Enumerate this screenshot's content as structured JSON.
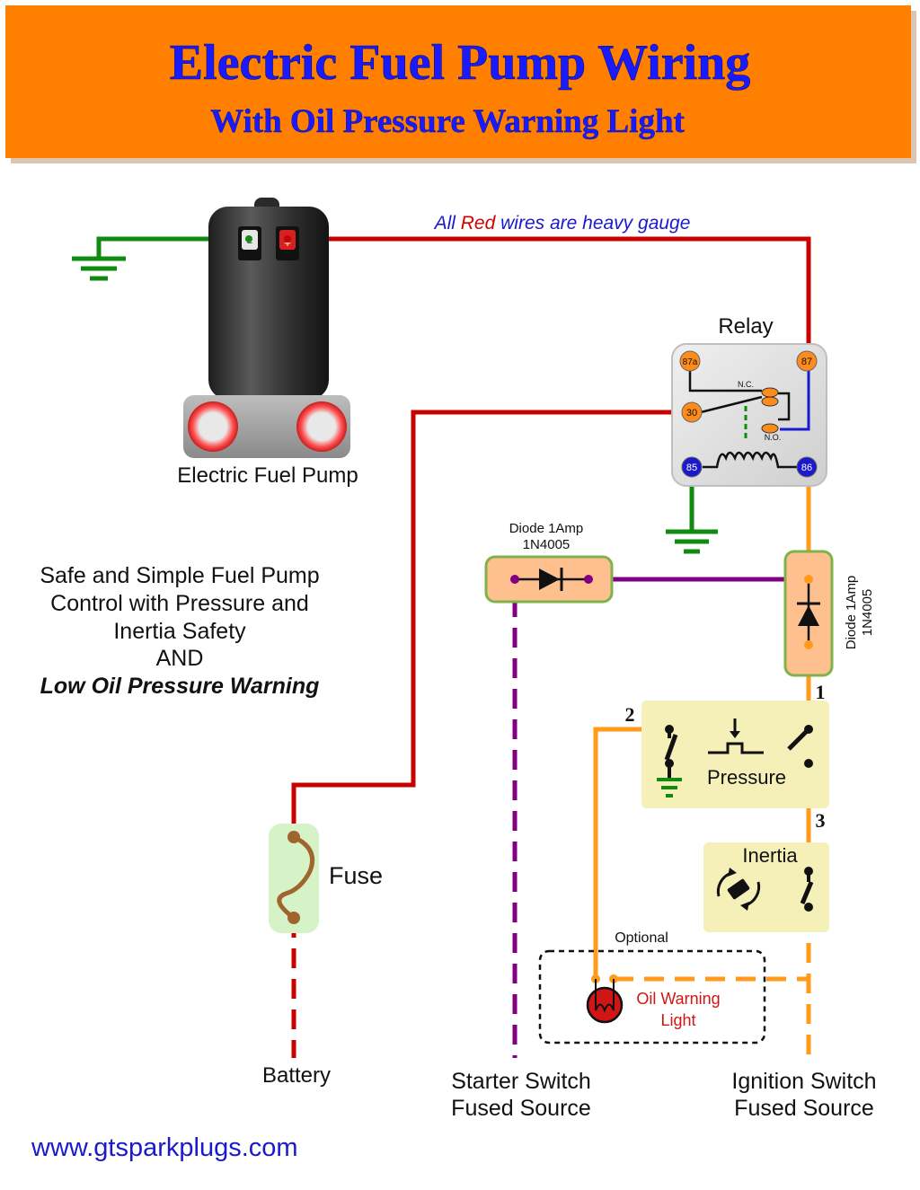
{
  "header": {
    "title": "Electric Fuel Pump Wiring",
    "subtitle": "With Oil Pressure Warning Light"
  },
  "note": {
    "prefix": "All ",
    "highlight": "Red",
    "suffix": " wires are heavy gauge"
  },
  "pump": {
    "label": "Electric Fuel Pump",
    "terminal_neg": "−",
    "terminal_pos": "+"
  },
  "relay": {
    "title": "Relay",
    "pins": {
      "p87a": "87a",
      "p87": "87",
      "p30": "30",
      "p85": "85",
      "p86": "86"
    },
    "nc": "N.C.",
    "no": "N.O."
  },
  "diode_left": {
    "line1": "Diode 1Amp",
    "line2": "1N4005"
  },
  "diode_right": {
    "line1": "Diode 1Amp",
    "line2": "1N4005"
  },
  "description": {
    "line1": "Safe and Simple Fuel Pump",
    "line2": "Control with Pressure and",
    "line3": "Inertia Safety",
    "line4": "AND",
    "line5": "Low Oil Pressure Warning"
  },
  "pressure_switch": {
    "label": "Pressure",
    "terminal1": "1",
    "terminal2": "2",
    "terminal3": "3"
  },
  "inertia_switch": {
    "label": "Inertia"
  },
  "fuse": {
    "label": "Fuse"
  },
  "warning_light": {
    "optional": "Optional",
    "line1": "Oil Warning",
    "line2": "Light"
  },
  "sources": {
    "battery": "Battery",
    "starter_line1": "Starter Switch",
    "starter_line2": "Fused Source",
    "ignition_line1": "Ignition Switch",
    "ignition_line2": "Fused Source"
  },
  "footer": {
    "url": "www.gtsparkplugs.com"
  },
  "colors": {
    "banner": "#ff8000",
    "title": "#1a1aff",
    "red_wire": "#c80000",
    "ground_wire": "#118a11",
    "orange_wire": "#ff9a1a",
    "purple_wire": "#800080",
    "blue_wire": "#1a1acc",
    "url": "#1a1acc"
  }
}
